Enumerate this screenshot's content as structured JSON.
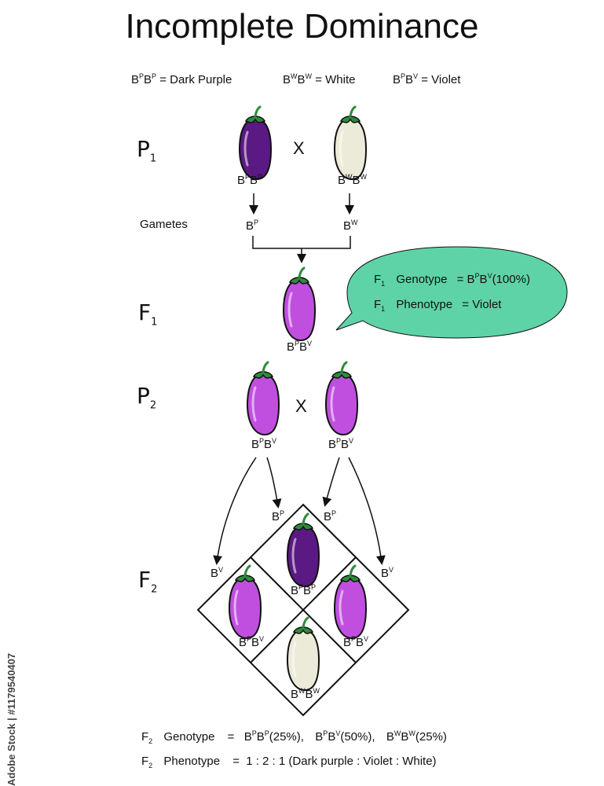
{
  "title": "Incomplete Dominance",
  "legend": [
    {
      "allele_a": "P",
      "allele_b": "P",
      "label": "= Dark Purple"
    },
    {
      "allele_a": "W",
      "allele_b": "W",
      "label": "= White"
    },
    {
      "allele_a": "P",
      "allele_b": "V",
      "label": "= Violet"
    }
  ],
  "base": "B",
  "labels": {
    "p1": "P",
    "p1_sub": "1",
    "f1": "F",
    "f1_sub": "1",
    "p2": "P",
    "p2_sub": "2",
    "f2": "F",
    "f2_sub": "2"
  },
  "cross_symbol": "X",
  "gametes_label": "Gametes",
  "p1": {
    "left": {
      "a": "P",
      "b": "P",
      "color": "dark-purple"
    },
    "right": {
      "a": "W",
      "b": "W",
      "color": "white"
    },
    "gamete_left": "P",
    "gamete_right": "W"
  },
  "f1": {
    "a": "P",
    "b": "V",
    "color": "violet"
  },
  "bubble": {
    "line1_prefix": "F",
    "line1_sub": "1",
    "line1_label": "Genotype",
    "line1_eq": "=",
    "line1_a": "P",
    "line1_b": "V",
    "line1_pct": "(100%)",
    "line2_prefix": "F",
    "line2_sub": "1",
    "line2_label": "Phenotype",
    "line2_eq": "=",
    "line2_value": "Violet",
    "color": "#5fd3a8"
  },
  "p2": {
    "left": {
      "a": "P",
      "b": "V"
    },
    "right": {
      "a": "P",
      "b": "V"
    }
  },
  "punnett": {
    "gamete_top_left": "P",
    "gamete_top_right": "P",
    "gamete_left": "V",
    "gamete_right": "V",
    "top": {
      "a": "P",
      "b": "P",
      "color": "dark-purple"
    },
    "left": {
      "a": "P",
      "b": "V",
      "color": "violet"
    },
    "right": {
      "a": "P",
      "b": "V",
      "color": "violet"
    },
    "bottom": {
      "a": "W",
      "b": "W",
      "color": "white"
    }
  },
  "footer": {
    "genotype_prefix": "F",
    "genotype_sub": "2",
    "genotype_label": "Genotype",
    "genotype_eq": "=",
    "g1_a": "P",
    "g1_b": "P",
    "g1_pct": "(25%),",
    "g2_a": "P",
    "g2_b": "V",
    "g2_pct": "(50%),",
    "g3_a": "W",
    "g3_b": "W",
    "g3_pct": "(25%)",
    "phenotype_prefix": "F",
    "phenotype_sub": "2",
    "phenotype_label": "Phenotype",
    "phenotype_eq": "=",
    "phenotype_value": "1 : 2 : 1 (Dark purple : Violet : White)"
  },
  "watermark": "Adobe Stock | #1179540407",
  "colors": {
    "dark_purple": "#5b1a83",
    "violet": "#c04fe0",
    "white_eggplant": "#ecebd9",
    "stem": "#2e8b3c",
    "outline": "#111111"
  }
}
